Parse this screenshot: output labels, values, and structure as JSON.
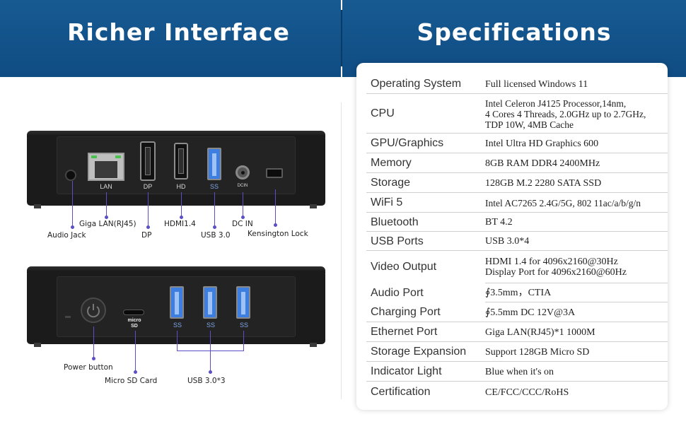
{
  "header": {
    "left_title": "Richer Interface",
    "right_title": "Specifications"
  },
  "back_panel": {
    "port_labels": {
      "lan": "LAN",
      "dp": "DP",
      "hd": "HD",
      "usb": "SS",
      "dcin": "DCIN"
    },
    "callouts": {
      "audio_jack": "Audio Jack",
      "lan": "Giga LAN(RJ45)",
      "dp": "DP",
      "hdmi": "HDMI1.4",
      "usb": "USB 3.0",
      "dc_in": "DC IN",
      "kensington": "Kensington Lock"
    }
  },
  "front_panel": {
    "sd_label": "micro SD",
    "usb_port_label": "SS",
    "callouts": {
      "power": "Power button",
      "micro_sd": "Micro SD Card",
      "usb": "USB 3.0*3"
    }
  },
  "colors": {
    "header_blue": "#175a92",
    "callout_line": "#5b4fc7",
    "usb_blue": "#3d7fe0",
    "lan_green": "#49c24f"
  },
  "specs": [
    {
      "key": "Operating System",
      "value": "Full licensed Windows 11"
    },
    {
      "key": "CPU",
      "value": "Intel Celeron J4125 Processor,14nm,\n4 Cores 4 Threads, 2.0GHz up to 2.7GHz,\nTDP 10W, 4MB Cache"
    },
    {
      "key": "GPU/Graphics",
      "value": "Intel Ultra HD Graphics 600"
    },
    {
      "key": "Memory",
      "value": "8GB RAM DDR4 2400MHz"
    },
    {
      "key": "Storage",
      "value": "128GB M.2 2280 SATA SSD"
    },
    {
      "key": "WiFi 5",
      "value": "Intel AC7265 2.4G/5G, 802 11ac/a/b/g/n"
    },
    {
      "key": "Bluetooth",
      "value": "BT 4.2"
    },
    {
      "key": "USB Ports",
      "value": "USB 3.0*4"
    },
    {
      "key": "Video Output",
      "value": "HDMI 1.4 for 4096x2160@30Hz\nDisplay Port for 4096x2160@60Hz"
    },
    {
      "key": "Audio Port",
      "value": "∮3.5mm，CTIA"
    },
    {
      "key": "Charging Port",
      "value": "∮5.5mm DC 12V@3A"
    },
    {
      "key": "Ethernet Port",
      "value": "Giga LAN(RJ45)*1 1000M"
    },
    {
      "key": "Storage Expansion",
      "value": "Support 128GB Micro SD"
    },
    {
      "key": "Indicator Light",
      "value": "Blue when it's on"
    },
    {
      "key": "Certification",
      "value": "CE/FCC/CCC/RoHS"
    }
  ]
}
